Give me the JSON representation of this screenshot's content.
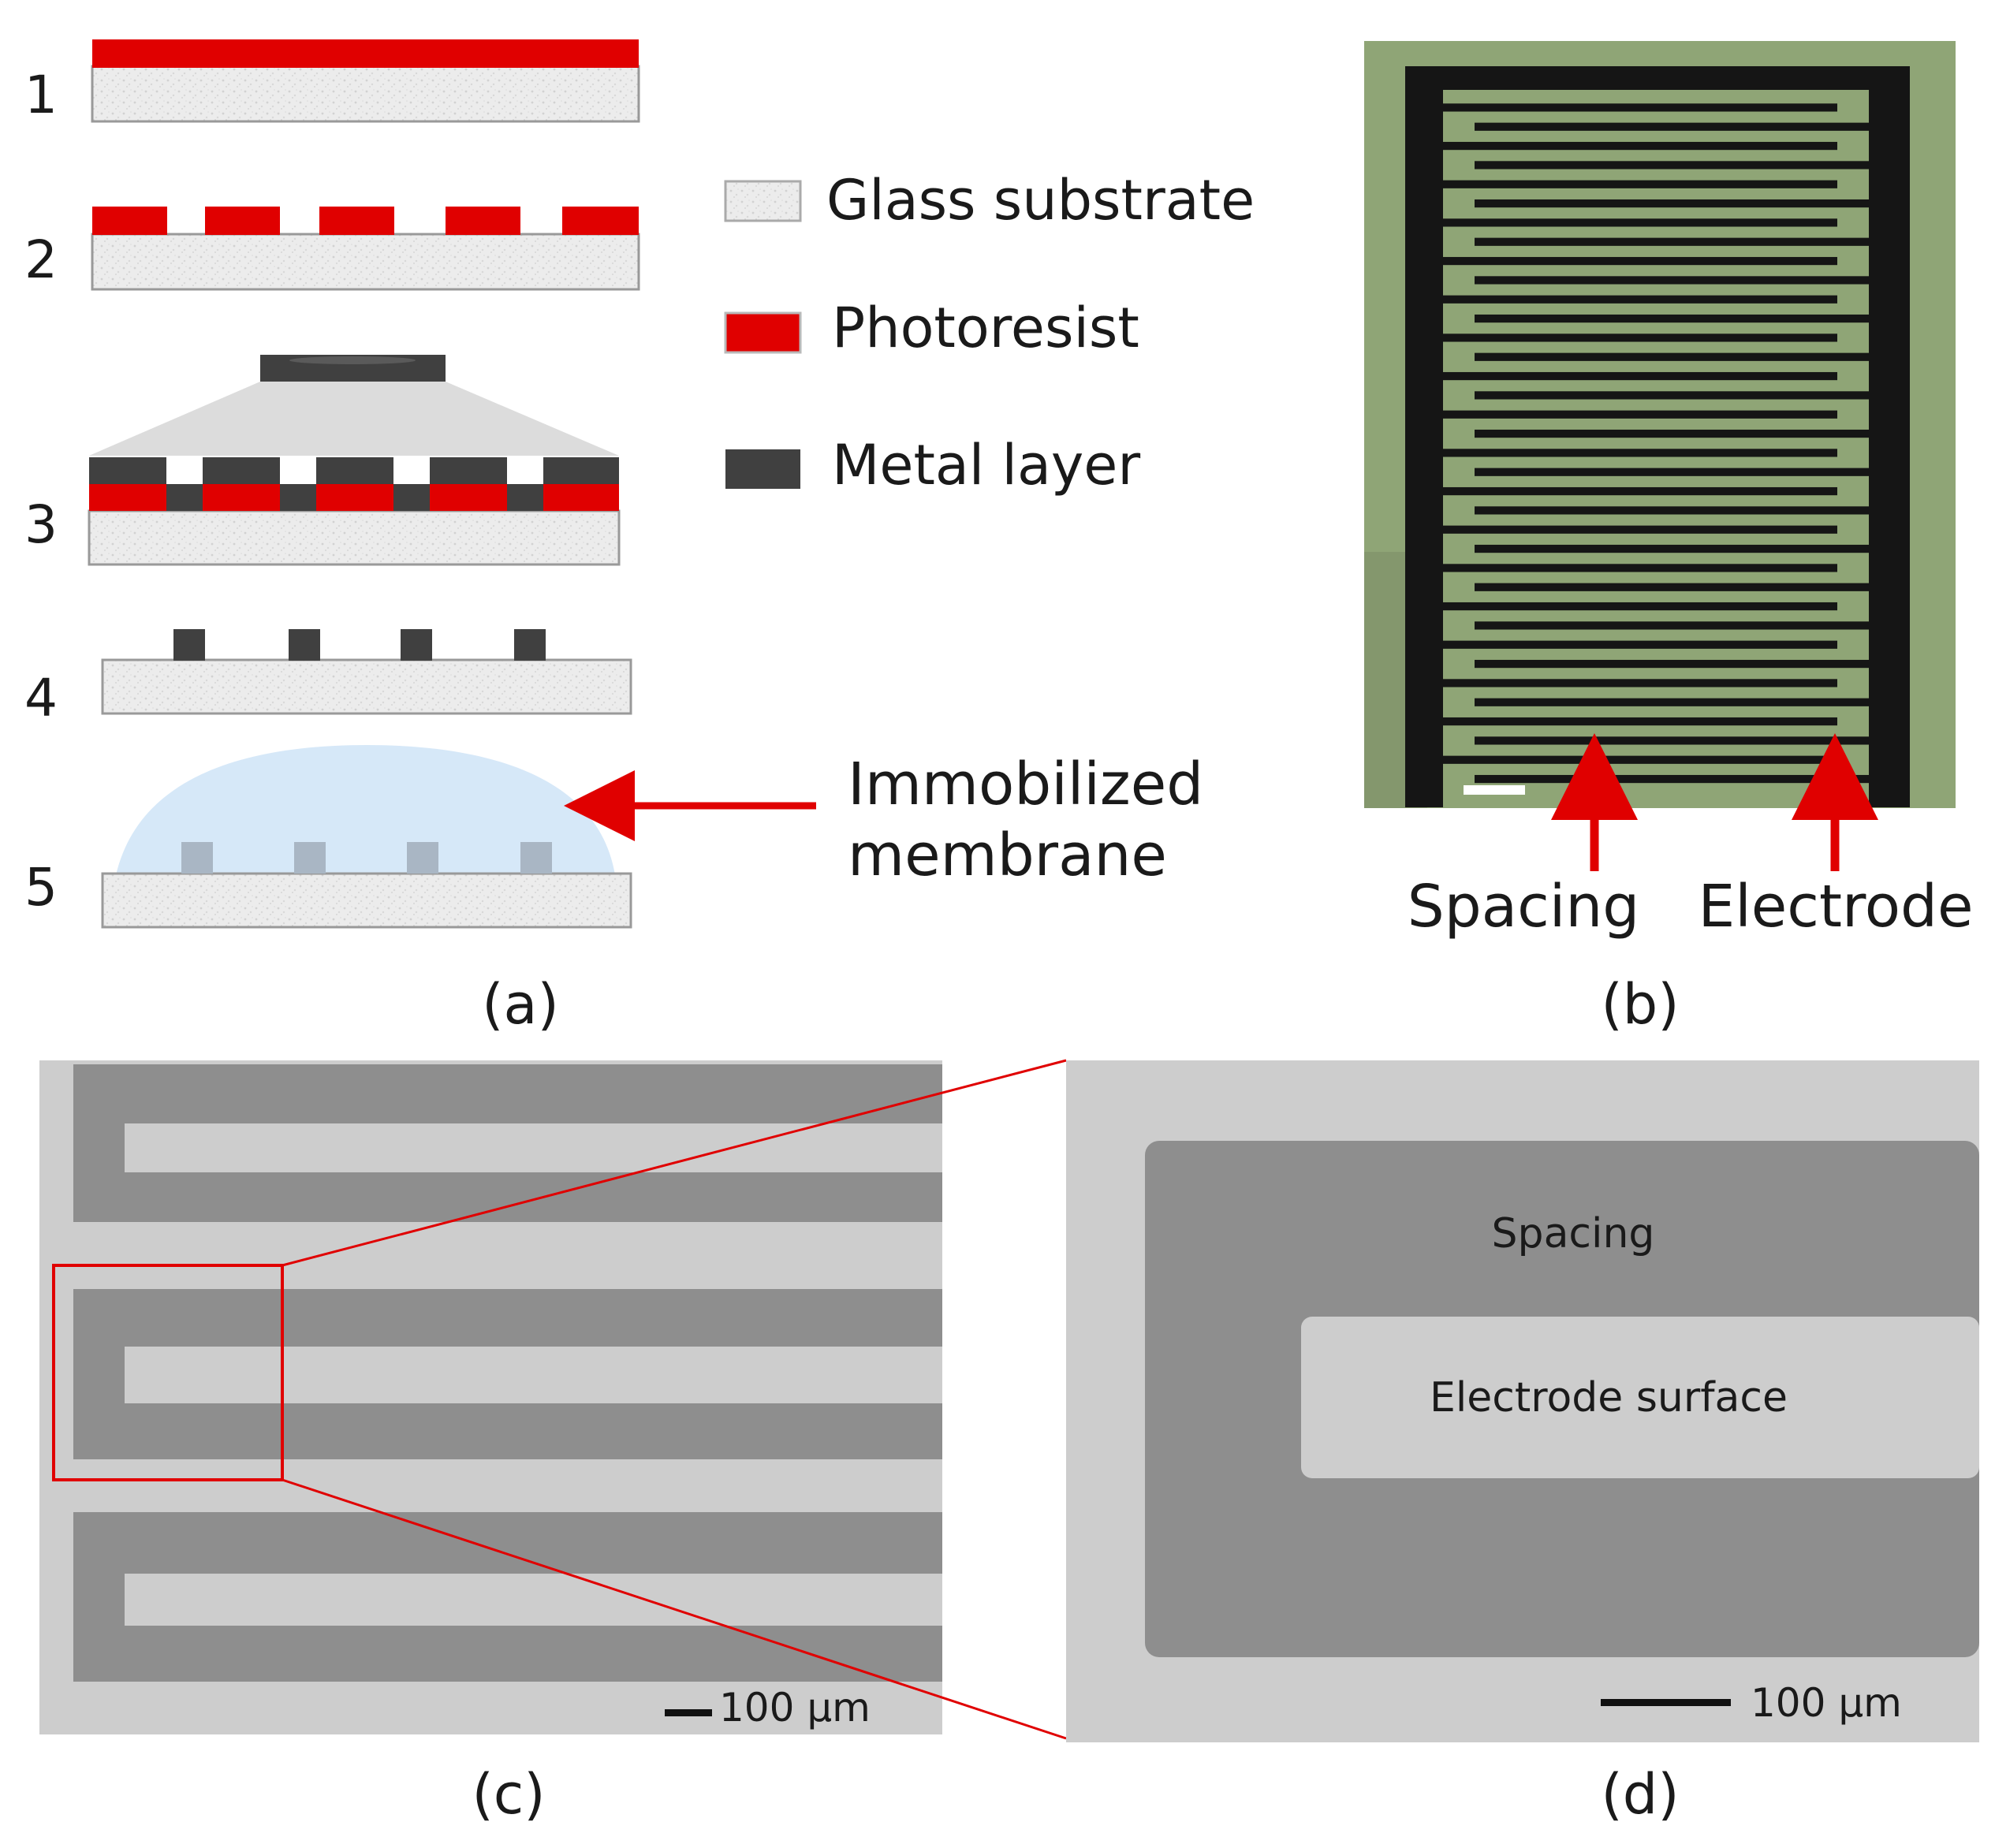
{
  "panel_a": {
    "steps": [
      "1",
      "2",
      "3",
      "4",
      "5"
    ],
    "legend": [
      {
        "label": "Glass substrate",
        "color": "#e8e8e8"
      },
      {
        "label": "Photoresist",
        "color": "#e00000"
      },
      {
        "label": "Metal layer",
        "color": "#404040"
      }
    ],
    "annotation_line1": "Immobilized",
    "annotation_line2": "membrane",
    "caption": "(a)"
  },
  "panel_b": {
    "arrow_label_left": "Spacing",
    "arrow_label_right": "Electrode",
    "caption": "(b)"
  },
  "panel_c": {
    "scale_label": "100 µm",
    "caption": "(c)"
  },
  "panel_d": {
    "label_spacing": "Spacing",
    "label_electrode": "Electrode surface",
    "scale_label": "100 µm",
    "caption": "(d)"
  },
  "colors": {
    "red": "#e00000",
    "metal": "#404040",
    "glass": "#e8e8e8",
    "membrane": "#d6e8f8",
    "sem_light": "#cdcdcd",
    "sem_dark": "#8e8e8e",
    "optical_bg": "#8fa576",
    "optical_dark": "#151515"
  }
}
